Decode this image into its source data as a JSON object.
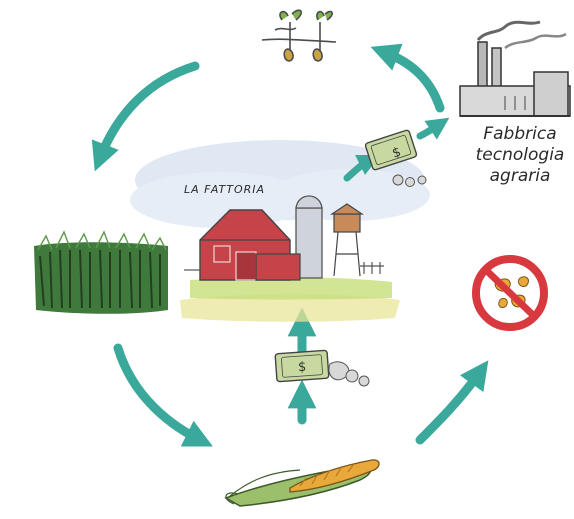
{
  "labels": {
    "farm": "LA FATTORIA",
    "factory_line1": "Fabbrica",
    "factory_line2": "tecnologia",
    "factory_line3": "agraria"
  },
  "dollar_sign": "$",
  "icons": [
    "seedling-icon",
    "factory-icon",
    "money-icon",
    "farm-icon",
    "crop-field-icon",
    "corn-icon",
    "no-food-icon",
    "arrow-icon"
  ],
  "colors": {
    "arrow": "#3aa89a",
    "barn": "#c6434a",
    "money": "#c7d9a0",
    "sky": "#dfe8f3",
    "grass": "#3f7a3c",
    "prohibition": "#d8393f",
    "corn": "#e8a93a",
    "husk": "#9bbf6a"
  }
}
